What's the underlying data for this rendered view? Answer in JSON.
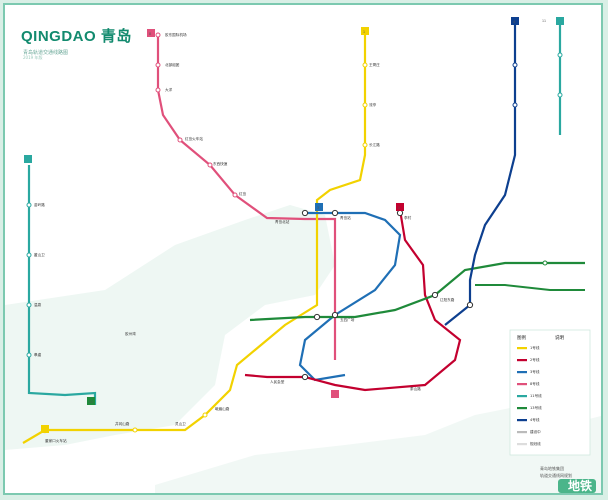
{
  "map": {
    "title": "QINGDAO 青岛",
    "subtitle": "青岛轨道交通线路图",
    "subtitle2": "2019 年版",
    "colors": {
      "line1": "#f2d200",
      "line2": "#c3002f",
      "line3": "#1f6fb5",
      "line8": "#e0507b",
      "line11": "#2aa8a0",
      "line13": "#1f8a3a",
      "line4": "#0d3f8f",
      "sea": "#d9efe6",
      "border": "#7cc9b0"
    },
    "badges": [
      "11",
      "13",
      "3",
      "1",
      "2",
      "8",
      "4"
    ],
    "labels": {
      "top_station": "胶东国际机场",
      "line8_a": "北部组团",
      "line8_b": "大洋",
      "line8_c": "红岛火车站",
      "line8_d": "东西快速",
      "line8_e": "红岛",
      "line8_f": "青岛北站",
      "line1_n1": "王哥庄",
      "line1_n2": "流亭",
      "line1_s1": "长江路",
      "line11_a": "苗岭路",
      "line11_b": "鳌山卫",
      "line11_c": "温泉",
      "line11_d": "皋虞",
      "line13_a": "董家口火车站",
      "line13_b": "井冈山路",
      "line13_c": "灵山卫",
      "line13_d": "峨眉山路",
      "line3_a": "青岛站",
      "line3_b": "五四广场",
      "line3_c": "李村",
      "line2_a": "泰山路",
      "line2_b": "辽阳东路",
      "line4_a": "人民会堂",
      "sea_label": "胶州湾"
    },
    "legend": {
      "title": "图例",
      "title2": "说明",
      "items": [
        "1号线",
        "2号线",
        "3号线",
        "8号线",
        "11号线",
        "13号线",
        "4号线",
        "建设中",
        "规划线"
      ]
    },
    "footer": [
      "青岛地铁集团",
      "轨道交通线网规划"
    ],
    "watermark": "地铁"
  }
}
